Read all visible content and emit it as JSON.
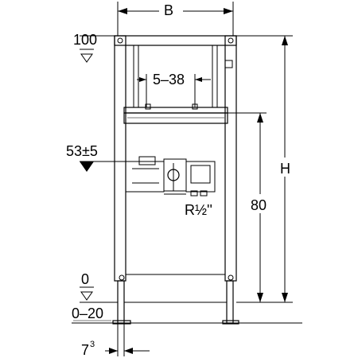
{
  "dimensions": {
    "width_label": "B",
    "height_label": "H",
    "top_level": "100",
    "cistern_spacing": "5–38",
    "valve_height": "53±5",
    "connection_thread": "R½''",
    "connection_height": "80",
    "floor_level": "0",
    "foot_range": "0–20",
    "foot_offset": "7",
    "foot_offset_sup": "3"
  }
}
